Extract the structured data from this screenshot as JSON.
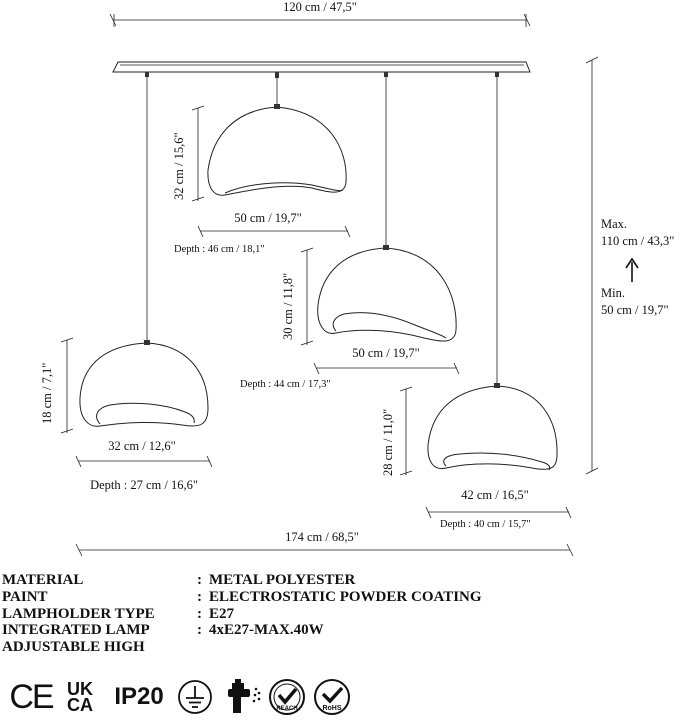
{
  "dimensions": {
    "top_width": "120 cm / 47,5\"",
    "total_width": "174 cm / 68,5\"",
    "max_label": "Max.",
    "max_value": "110 cm / 43,3\"",
    "min_label": "Min.",
    "min_value": "50 cm / 19,7\""
  },
  "lamps": [
    {
      "height": "32 cm / 15,6\"",
      "width": "50 cm / 19,7\"",
      "depth": "Depth : 46 cm / 18,1\""
    },
    {
      "height": "30 cm / 11,8\"",
      "width": "50 cm / 19,7\"",
      "depth": "Depth : 44 cm / 17,3\""
    },
    {
      "height": "18 cm / 7,1\"",
      "width": "32 cm / 12,6\"",
      "depth": "Depth : 27 cm / 16,6\""
    },
    {
      "height": "28 cm / 11,0\"",
      "width": "42 cm / 16,5\"",
      "depth": "Depth : 40 cm / 15,7\""
    }
  ],
  "specs": [
    {
      "label": "MATERIAL",
      "sep": ":",
      "value": "METAL POLYESTER"
    },
    {
      "label": "PAINT",
      "sep": ":",
      "value": "ELECTROSTATIC POWDER COATING"
    },
    {
      "label": "LAMPHOLDER TYPE",
      "sep": ":",
      "value": "E27"
    },
    {
      "label": "INTEGRATED LAMP",
      "sep": ":",
      "value": "4xE27-MAX.40W"
    },
    {
      "label": "ADJUSTABLE HIGH",
      "sep": "",
      "value": ""
    }
  ],
  "certifications": [
    {
      "icon": "ce-mark-icon",
      "text": "CE"
    },
    {
      "icon": "ukca-mark-icon",
      "text1": "UK",
      "text2": "CA"
    },
    {
      "icon": "ip20-icon",
      "text": "IP20"
    },
    {
      "icon": "earth-ground-icon"
    },
    {
      "icon": "spray-paint-icon"
    },
    {
      "icon": "reach-icon",
      "text": "REACH"
    },
    {
      "icon": "rohs-icon",
      "text": "RoHS"
    }
  ]
}
